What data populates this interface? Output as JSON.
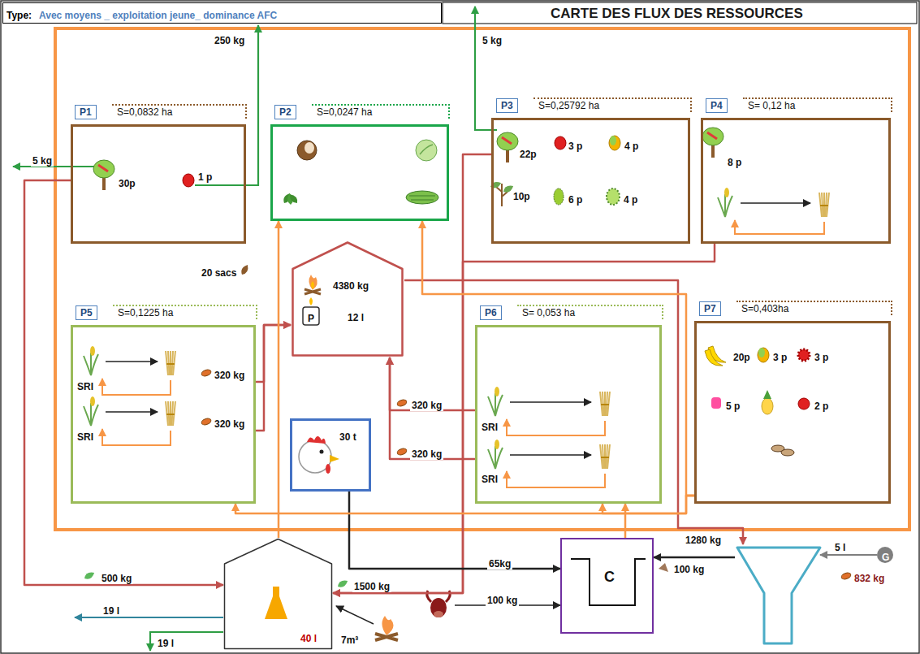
{
  "diagram": {
    "title": "CARTE DES FLUX DES RESSOURCES",
    "nodes": [
      {
        "text": [
          "Type:",
          "Avec moyens _ exploitation jeune_ dominance AFC"
        ]
      },
      {
        "text": [
          "P1",
          "S=0,0832 ha",
          "30p",
          "1 p"
        ]
      },
      {
        "text": [
          "P2",
          "S=0,0247 ha"
        ]
      },
      {
        "text": [
          "P3",
          "S=0,25792 ha",
          "22p",
          "3 p",
          "4 p",
          "10p",
          "6 p",
          "4 p"
        ]
      },
      {
        "text": [
          "P4",
          "S= 0,12 ha",
          "8 p"
        ]
      },
      {
        "text": [
          "4380 kg",
          "P",
          "12 l"
        ]
      },
      {
        "text": [
          "P5",
          "S=0,1225 ha",
          "SRI",
          "SRI"
        ]
      },
      {
        "text": [
          "30 t"
        ]
      },
      {
        "text": [
          "P6",
          "S= 0,053 ha",
          "SRI",
          "SRI"
        ]
      },
      {
        "text": [
          "P7",
          "S=0,403ha",
          "20p",
          "3 p",
          "3 p",
          "5 p",
          "2 p"
        ]
      },
      {
        "text": [
          "40 l"
        ]
      },
      {
        "text": [
          "C"
        ]
      },
      {
        "text": [
          "5 l",
          "G",
          "832 kg"
        ]
      }
    ],
    "edges": [
      {
        "from": 1,
        "to": 10,
        "arrow": "to",
        "label": "500 kg"
      },
      {
        "from": 3,
        "to": 10,
        "arrow": "to",
        "label": "1500 kg"
      },
      {
        "from": 4,
        "to": 10,
        "arrow": "to"
      },
      {
        "from": 6,
        "to": 5,
        "arrow": "to",
        "label": "320 kg"
      },
      {
        "from": 6,
        "to": 5,
        "arrow": "to",
        "label": "320 kg"
      },
      {
        "from": 8,
        "to": 5,
        "arrow": "to",
        "label": "320 kg"
      },
      {
        "from": 8,
        "to": 5,
        "arrow": "to",
        "label": "320 kg"
      },
      {
        "from": 5,
        "to": 12,
        "arrow": "to",
        "label": "1280 kg"
      },
      {
        "from": 12,
        "to": 11,
        "arrow": "to",
        "label": "100 kg"
      },
      {
        "from": 7,
        "to": 11,
        "arrow": "to",
        "label": "65kg"
      },
      {
        "from": 10,
        "to": 2,
        "arrow": "to"
      },
      {
        "from": 9,
        "to": 6,
        "arrow": "to"
      },
      {
        "from": 9,
        "to": 8,
        "arrow": "to"
      },
      {
        "from": 9,
        "to": 2,
        "arrow": "to"
      },
      {
        "from": 11,
        "to": 8,
        "arrow": "to"
      }
    ],
    "labels": [
      "250 kg",
      "5 kg",
      "5 kg",
      "20 sacs",
      "100 kg",
      "7m³",
      "19 l",
      "19 l"
    ]
  }
}
